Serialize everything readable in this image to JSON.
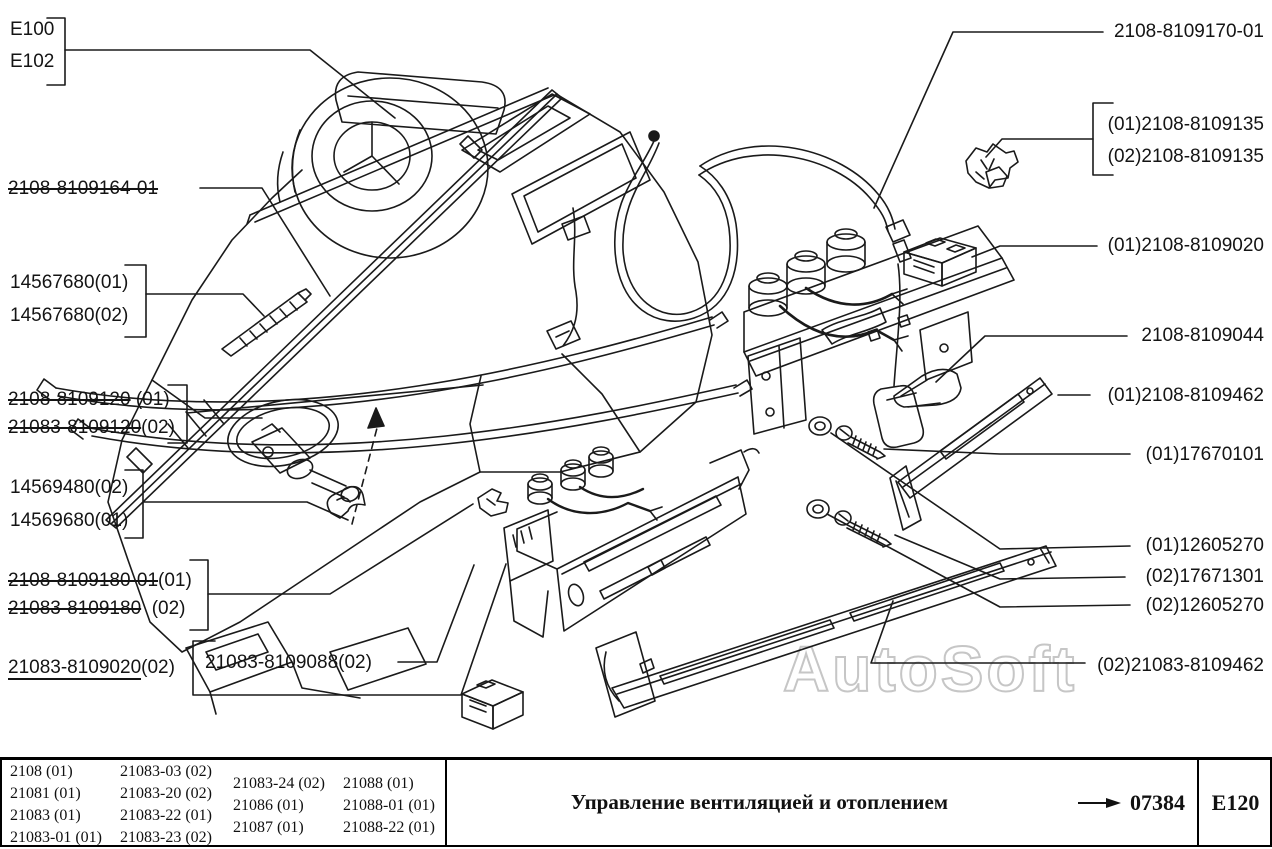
{
  "diagram": {
    "watermark": "AutoSoft",
    "left_callouts": {
      "e100": "E100",
      "e102": "E102",
      "p8109164": "2108-8109164-01",
      "p14567680_01": "14567680(01)",
      "p14567680_02": "14567680(02)",
      "p8109120_01_main": "2108-8109120",
      "p8109120_01_suffix": " (01)",
      "p8109120_02_main": "21083-8109120",
      "p8109120_02_suffix": "(02)",
      "p14569480_02": "14569480(02)",
      "p14569680_01": "14569680(01)",
      "p8109180_01_main": "2108-8109180-01",
      "p8109180_01_suffix": "(01)",
      "p8109180_02_main": "21083-8109180",
      "p8109180_02_suffix": "  (02)",
      "p8109020_02_main": "21083-8109020",
      "p8109020_02_suffix": "(02)",
      "p8109088_02": "21083-8109088(02)"
    },
    "right_callouts": {
      "p8109170": "2108-8109170-01",
      "p8109135_01": "(01)2108-8109135",
      "p8109135_02": "(02)2108-8109135",
      "p8109020_01": "(01)2108-8109020",
      "p8109044": "2108-8109044",
      "p8109462_01": "(01)2108-8109462",
      "p17670101": "(01)17670101",
      "p12605270_01": "(01)12605270",
      "p17671301": "(02)17671301",
      "p12605270_02": "(02)12605270",
      "p8109462_02": "(02)21083-8109462"
    }
  },
  "footer": {
    "models": {
      "col1": [
        "2108 (01)",
        "21081 (01)",
        "21083 (01)",
        "21083-01 (01)"
      ],
      "col2": [
        "21083-03 (02)",
        "21083-20 (02)",
        "21083-22 (01)",
        "21083-23 (02)"
      ],
      "col3": [
        "21083-24 (02)",
        "21086 (01)",
        "21087 (01)"
      ],
      "col4": [
        "21088 (01)",
        "21088-01 (01)",
        "21088-22 (01)"
      ]
    },
    "title": "Управление вентиляцией и отоплением",
    "figure_code": "07384",
    "page_code": "E120"
  }
}
